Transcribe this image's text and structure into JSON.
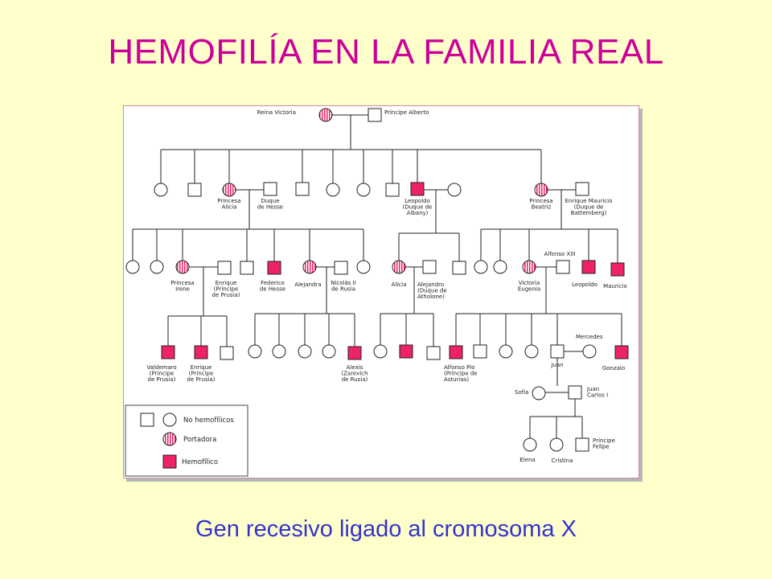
{
  "title": "HEMOFILÍA EN LA FAMILIA REAL",
  "subtitle": "Gen recesivo ligado al cromosoma X",
  "colors": {
    "title": "#cc0099",
    "subtitle": "#3333cc",
    "background": "#ffffcc",
    "affected": "#ee2266",
    "carrier_stripe": "#ee2266"
  },
  "legend": {
    "unaffected": "No hemofílicos",
    "carrier": "Portadora",
    "affected": "Hemofílico"
  },
  "individuals": [
    {
      "id": "reina-victoria",
      "sex": "F",
      "status": "carrier",
      "label": [
        "Reina Victoria"
      ]
    },
    {
      "id": "principe-alberto",
      "sex": "M",
      "status": "normal",
      "label": [
        "Príncipe Alberto"
      ]
    },
    {
      "id": "g2-hija-1",
      "sex": "F",
      "status": "normal",
      "label": []
    },
    {
      "id": "g2-hijo-1",
      "sex": "M",
      "status": "normal",
      "label": []
    },
    {
      "id": "princesa-alicia",
      "sex": "F",
      "status": "carrier",
      "label": [
        "Princesa",
        "Alicia"
      ]
    },
    {
      "id": "duque-hesse",
      "sex": "M",
      "status": "normal",
      "label": [
        "Duque",
        "de Hesse"
      ]
    },
    {
      "id": "g2-hijo-2",
      "sex": "M",
      "status": "normal",
      "label": []
    },
    {
      "id": "g2-hija-2",
      "sex": "F",
      "status": "normal",
      "label": []
    },
    {
      "id": "g2-hija-3",
      "sex": "F",
      "status": "normal",
      "label": []
    },
    {
      "id": "g2-hijo-3",
      "sex": "M",
      "status": "normal",
      "label": []
    },
    {
      "id": "leopoldo-albany",
      "sex": "M",
      "status": "affected",
      "label": [
        "Leopoldo",
        "(Duque de",
        "Albany)"
      ]
    },
    {
      "id": "esposa-leopoldo",
      "sex": "F",
      "status": "normal",
      "label": []
    },
    {
      "id": "princesa-beatriz",
      "sex": "F",
      "status": "carrier",
      "label": [
        "Princesa",
        "Beatriz"
      ]
    },
    {
      "id": "enrique-mauricio",
      "sex": "M",
      "status": "normal",
      "label": [
        "Enrique Mauricio",
        "(Duque de",
        "Battemberg)"
      ]
    },
    {
      "id": "g3-hesse-hija-1",
      "sex": "F",
      "status": "normal",
      "label": []
    },
    {
      "id": "g3-hesse-hija-2",
      "sex": "F",
      "status": "normal",
      "label": []
    },
    {
      "id": "princesa-irene",
      "sex": "F",
      "status": "carrier",
      "label": [
        "Princesa",
        "Irene"
      ]
    },
    {
      "id": "enrique-prusia",
      "sex": "M",
      "status": "normal",
      "label": [
        "Enrique",
        "(Príncipe",
        "de Prusia)"
      ]
    },
    {
      "id": "g3-hesse-hijo-1",
      "sex": "M",
      "status": "normal",
      "label": []
    },
    {
      "id": "federico-hesse",
      "sex": "M",
      "status": "affected",
      "label": [
        "Federico",
        "de Hesse"
      ]
    },
    {
      "id": "alejandra",
      "sex": "F",
      "status": "carrier",
      "label": [
        "Alejandra"
      ]
    },
    {
      "id": "nicolas-ii",
      "sex": "M",
      "status": "normal",
      "label": [
        "Nicolás II",
        "de Rusia"
      ]
    },
    {
      "id": "g3-hesse-hija-3",
      "sex": "F",
      "status": "normal",
      "label": []
    },
    {
      "id": "alicia-albany",
      "sex": "F",
      "status": "carrier",
      "label": [
        "Alicia"
      ]
    },
    {
      "id": "alejandro-athlone",
      "sex": "M",
      "status": "normal",
      "label": [
        "Alejandro",
        "(Duque de",
        "Atholone)"
      ]
    },
    {
      "id": "g3-albany-hijo",
      "sex": "M",
      "status": "normal",
      "label": []
    },
    {
      "id": "g3-batt-hija-1",
      "sex": "F",
      "status": "normal",
      "label": []
    },
    {
      "id": "g3-batt-hija-2",
      "sex": "F",
      "status": "normal",
      "label": []
    },
    {
      "id": "victoria-eugenia",
      "sex": "F",
      "status": "carrier",
      "label": [
        "Victoria",
        "Eugenia"
      ]
    },
    {
      "id": "alfonso-xiii",
      "sex": "M",
      "status": "normal",
      "label": [
        "Alfonso XIII"
      ]
    },
    {
      "id": "leopoldo-batt",
      "sex": "M",
      "status": "affected",
      "label": [
        "Leopoldo"
      ]
    },
    {
      "id": "mauricio",
      "sex": "M",
      "status": "affected",
      "label": [
        "Mauricio"
      ]
    },
    {
      "id": "valdemaro",
      "sex": "M",
      "status": "affected",
      "label": [
        "Valdemaro",
        "(Príncipe",
        "de Prusia)"
      ]
    },
    {
      "id": "enrique-prusia-hijo",
      "sex": "M",
      "status": "affected",
      "label": [
        "Enrique",
        "(Príncipe",
        "de Prusia)"
      ]
    },
    {
      "id": "g4-prusia-hijo",
      "sex": "M",
      "status": "normal",
      "label": []
    },
    {
      "id": "g4-rusia-hija-1",
      "sex": "F",
      "status": "normal",
      "label": []
    },
    {
      "id": "g4-rusia-hija-2",
      "sex": "F",
      "status": "normal",
      "label": []
    },
    {
      "id": "g4-rusia-hija-3",
      "sex": "F",
      "status": "normal",
      "label": []
    },
    {
      "id": "g4-rusia-hija-4",
      "sex": "F",
      "status": "normal",
      "label": []
    },
    {
      "id": "alexis",
      "sex": "M",
      "status": "affected",
      "label": [
        "Alexis",
        "(Zarevich",
        "de Rusia)"
      ]
    },
    {
      "id": "g4-athlone-hija",
      "sex": "F",
      "status": "normal",
      "label": []
    },
    {
      "id": "g4-athlone-hijo-afectado",
      "sex": "M",
      "status": "affected",
      "label": []
    },
    {
      "id": "g4-athlone-hijo",
      "sex": "M",
      "status": "normal",
      "label": []
    },
    {
      "id": "alfonso-pio",
      "sex": "M",
      "status": "affected",
      "label": [
        "Alfonso Pío",
        "(Príncipe de",
        "Asturias)"
      ]
    },
    {
      "id": "g4-espana-hijo",
      "sex": "M",
      "status": "normal",
      "label": []
    },
    {
      "id": "g4-espana-hija-1",
      "sex": "F",
      "status": "normal",
      "label": []
    },
    {
      "id": "g4-espana-hija-2",
      "sex": "F",
      "status": "normal",
      "label": []
    },
    {
      "id": "juan",
      "sex": "M",
      "status": "normal",
      "label": [
        "Juan"
      ]
    },
    {
      "id": "mercedes",
      "sex": "F",
      "status": "normal",
      "label": [
        "Mercedes"
      ]
    },
    {
      "id": "gonzalo",
      "sex": "M",
      "status": "affected",
      "label": [
        "Gonzalo"
      ]
    },
    {
      "id": "sofia",
      "sex": "F",
      "status": "normal",
      "label": [
        "Sofía"
      ]
    },
    {
      "id": "juan-carlos-i",
      "sex": "M",
      "status": "normal",
      "label": [
        "Juan",
        "Carlos I"
      ]
    },
    {
      "id": "elena",
      "sex": "F",
      "status": "normal",
      "label": [
        "Elena"
      ]
    },
    {
      "id": "cristina",
      "sex": "F",
      "status": "normal",
      "label": [
        "Cristina"
      ]
    },
    {
      "id": "principe-felipe",
      "sex": "M",
      "status": "normal",
      "label": [
        "Príncipe",
        "Felipe"
      ]
    }
  ]
}
